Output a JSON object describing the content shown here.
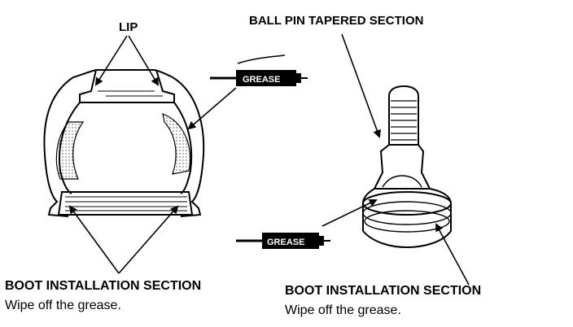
{
  "labels": {
    "lip": "LIP",
    "ball_pin_tapered_section": "BALL PIN TAPERED SECTION",
    "boot_installation_left": "BOOT INSTALLATION SECTION",
    "wipe_left": "Wipe off the grease.",
    "boot_installation_right": "BOOT INSTALLATION SECTION",
    "wipe_right": "Wipe off the grease."
  },
  "syringes": {
    "top_label": "GREASE",
    "bottom_label": "GREASE"
  },
  "colors": {
    "ink": "#000000",
    "paper": "#ffffff"
  }
}
